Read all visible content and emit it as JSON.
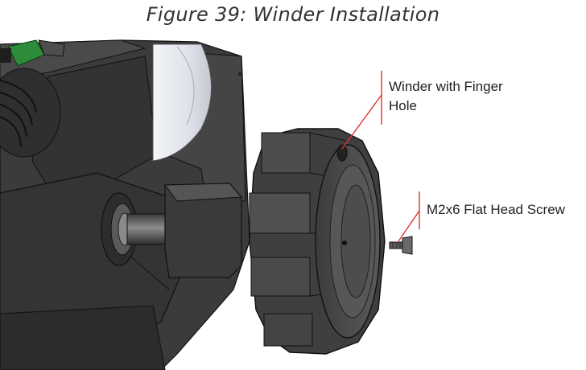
{
  "figure": {
    "title": "Figure 39: Winder Installation"
  },
  "callouts": {
    "winder_label": "Winder with Finger Hole",
    "screw_label": "M2x6 Flat Head Screw",
    "leader_color": "#e0342c"
  },
  "colors": {
    "housing_dark": "#3a3a3a",
    "winder_body": "#4a4a4a",
    "white_disc": "#e8eaf0",
    "green_accent": "#2e8b3a"
  }
}
